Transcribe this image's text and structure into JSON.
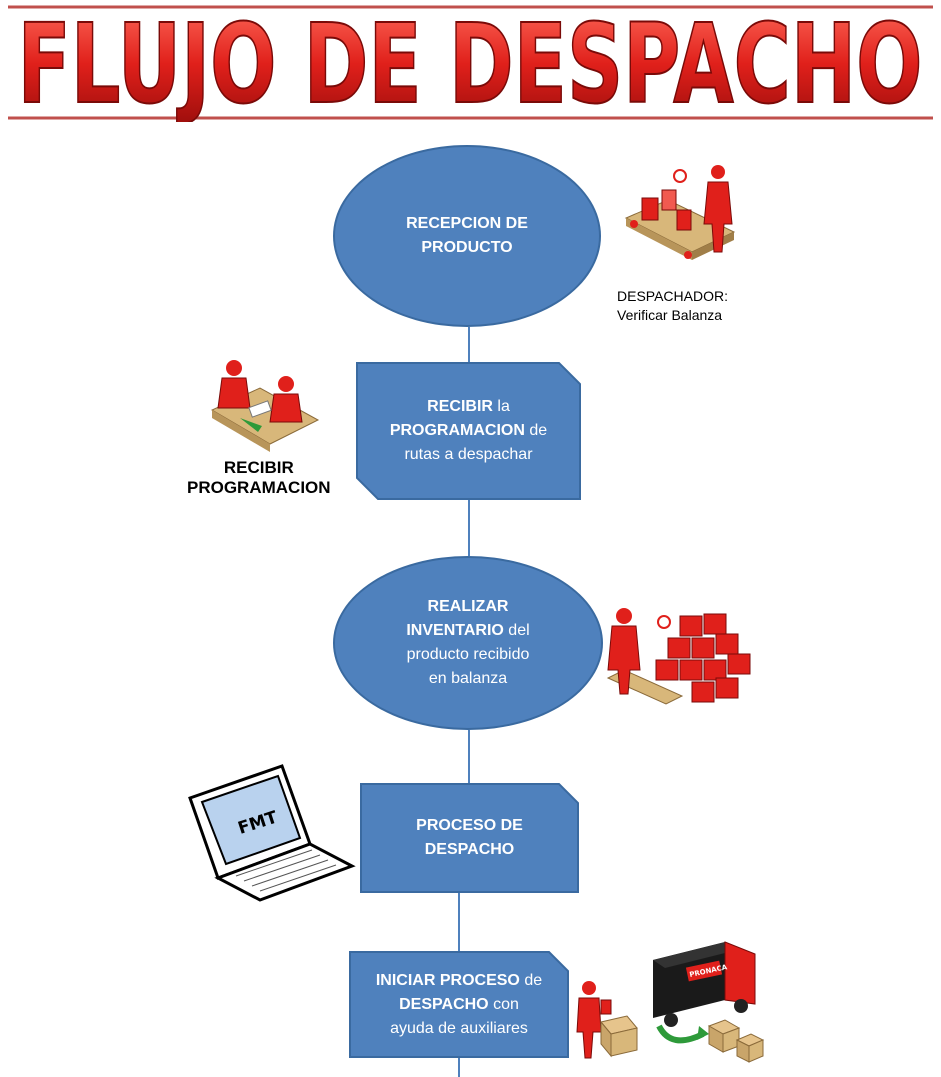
{
  "title": "FLUJO DE DESPACHO",
  "steps": [
    {
      "id": "recepcion",
      "shape": "ellipse",
      "lines": [
        {
          "bold": "RECEPCION DE"
        },
        {
          "bold": "PRODUCTO"
        }
      ]
    },
    {
      "id": "recibir",
      "shape": "card",
      "lines": [
        {
          "bold": "RECIBIR",
          "normal": " la"
        },
        {
          "bold": "PROGRAMACION",
          "normal": " de"
        },
        {
          "normal": "rutas a despachar"
        }
      ]
    },
    {
      "id": "inventario",
      "shape": "ellipse",
      "lines": [
        {
          "bold": "REALIZAR"
        },
        {
          "bold": "INVENTARIO",
          "normal": " del"
        },
        {
          "normal": "producto recibido"
        },
        {
          "normal": "en balanza"
        }
      ]
    },
    {
      "id": "proceso",
      "shape": "card",
      "lines": [
        {
          "bold": "PROCESO DE"
        },
        {
          "bold": "DESPACHO"
        }
      ]
    },
    {
      "id": "iniciar",
      "shape": "card",
      "lines": [
        {
          "bold": "INICIAR PROCESO",
          "normal": " de"
        },
        {
          "bold": "DESPACHO",
          "normal": " con"
        },
        {
          "normal": "ayuda de auxiliares"
        }
      ]
    }
  ],
  "captions": {
    "despachador_line1": "DESPACHADOR:",
    "despachador_line2": "Verificar Balanza",
    "recibir_line1": "RECIBIR",
    "recibir_line2": "PROGRAMACION"
  },
  "illustrations": {
    "laptop_screen_label": "FMT",
    "truck_logo": "PRONACA"
  },
  "colors": {
    "shape_fill": "#4f81bd",
    "shape_border": "#3a6aa0",
    "title_red": "#e0201b",
    "figure_red": "#e0201b"
  }
}
